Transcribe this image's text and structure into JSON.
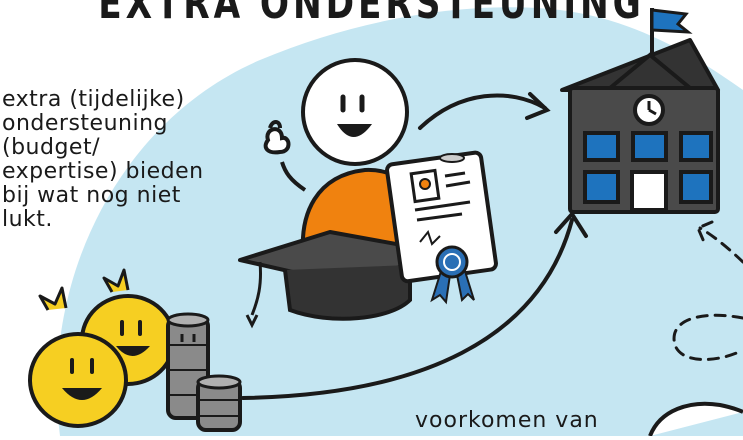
{
  "title": "EXTRA ONDERSTEUNING",
  "description_lines": [
    "extra (tijdelijke)",
    "ondersteuning",
    "(budget/",
    "expertise) bieden",
    "bij wat nog niet",
    "lukt."
  ],
  "bottom_text": "voorkomen van",
  "colors": {
    "background_blob": "#c5e6f2",
    "outline": "#1a1a1a",
    "school_roof": "#333333",
    "school_body": "#4a4a4a",
    "window_blue": "#1e73be",
    "flag_blue": "#1e73be",
    "shirt_orange": "#f0820f",
    "coin_yellow": "#f6cf22",
    "coin_stack_gray": "#8a8a8a",
    "rosette_blue": "#2a6fb5",
    "diploma_orange": "#f0820f"
  },
  "icons": [
    "school-icon",
    "flag-icon",
    "clock-icon",
    "student-figure",
    "graduation-cap-icon",
    "diploma-icon",
    "rosette-icon",
    "coin-character-icon",
    "coin-stack-icon",
    "arrow-icon"
  ]
}
